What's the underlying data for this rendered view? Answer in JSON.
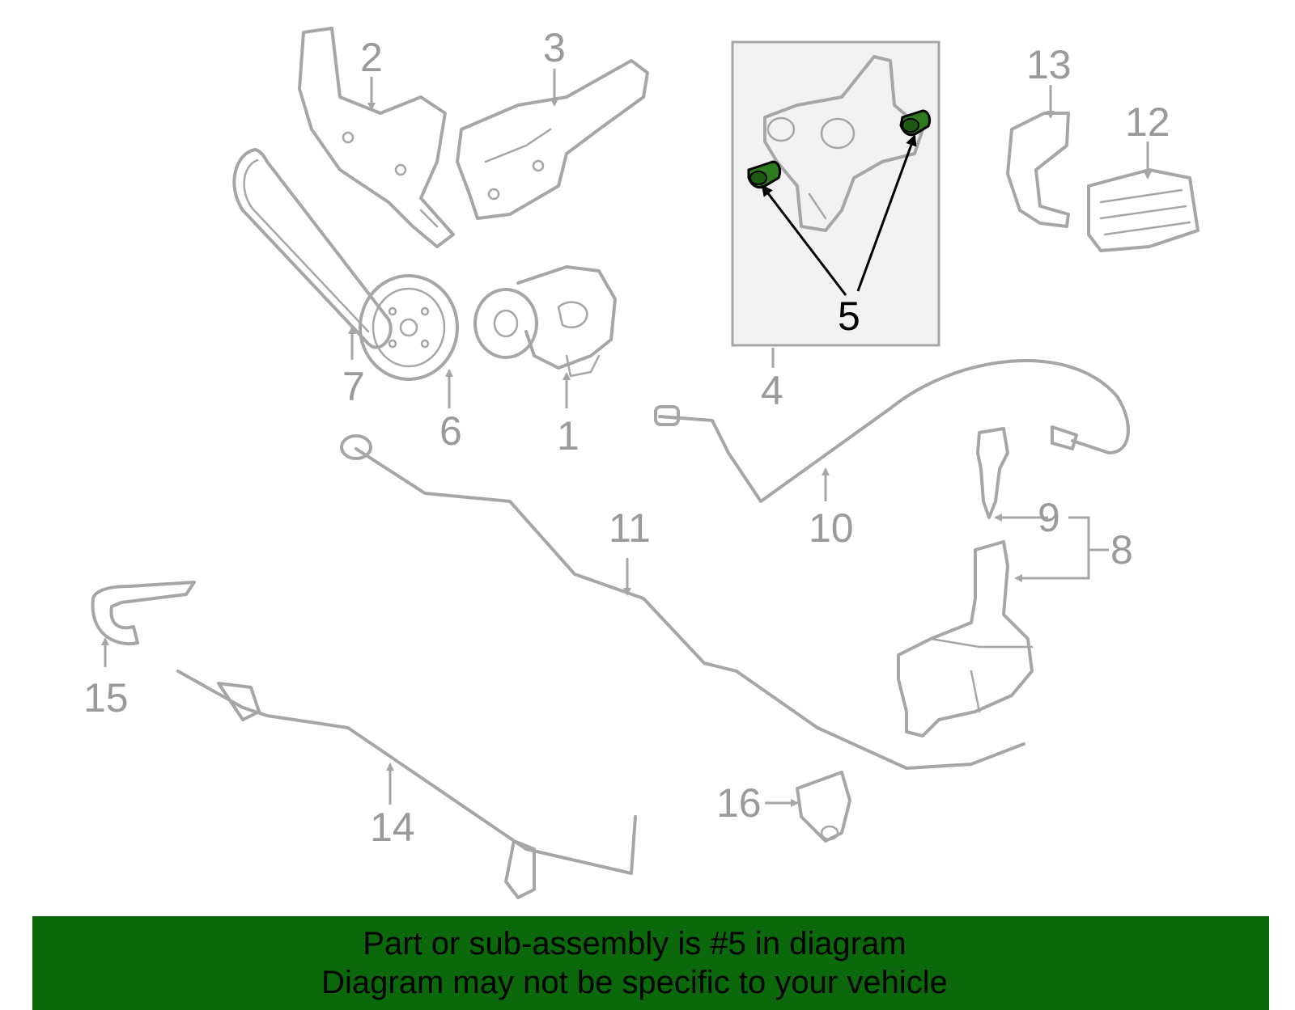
{
  "callouts": {
    "c1": "1",
    "c2": "2",
    "c3": "3",
    "c4": "4",
    "c5": "5",
    "c6": "6",
    "c7": "7",
    "c8": "8",
    "c9": "9",
    "c10": "10",
    "c11": "11",
    "c12": "12",
    "c13": "13",
    "c14": "14",
    "c15": "15",
    "c16": "16"
  },
  "highlight": {
    "part_number": "5",
    "color": "#2e7a1e"
  },
  "banner": {
    "line1": "Part or sub-assembly is #5 in diagram",
    "line2": "Diagram may not be specific to your vehicle",
    "background": "#0b690b"
  }
}
